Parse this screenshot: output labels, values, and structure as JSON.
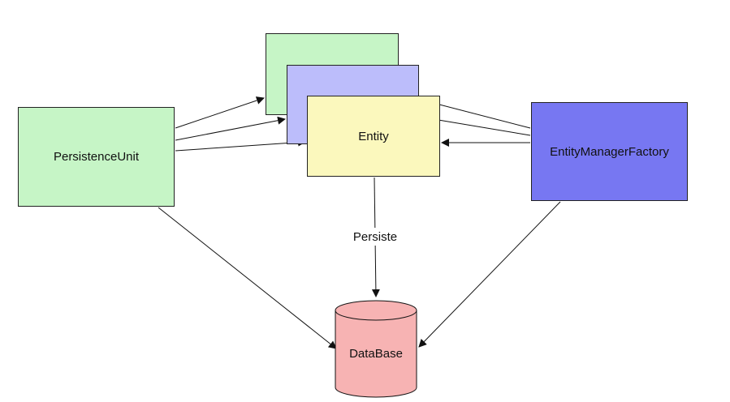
{
  "nodes": {
    "persistence_unit": "PersistenceUnit",
    "entity": "Entity",
    "entity_manager_factory": "EntityManagerFactory",
    "database": "DataBase"
  },
  "edges": {
    "entity_to_database_label": "Persiste"
  },
  "colors": {
    "green": "#c6f5c6",
    "lavender": "#bcbdfb",
    "yellow": "#fbf8bd",
    "blue": "#7777f2",
    "database_pink": "#f7b3b3"
  }
}
